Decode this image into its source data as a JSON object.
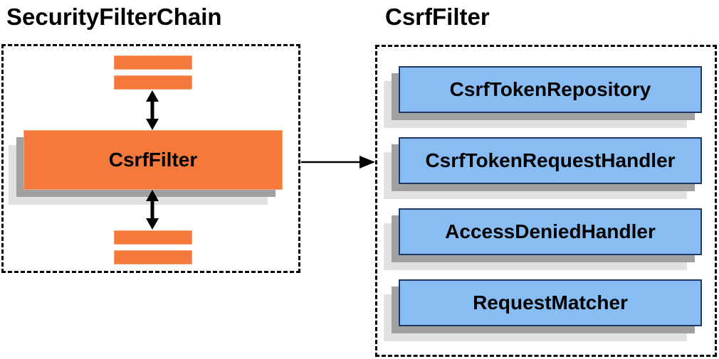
{
  "left_panel": {
    "title": "SecurityFilterChain",
    "filter_box_label": "CsrfFilter"
  },
  "right_panel": {
    "title": "CsrfFilter",
    "components": [
      {
        "label": "CsrfTokenRepository"
      },
      {
        "label": "CsrfTokenRequestHandler"
      },
      {
        "label": "AccessDeniedHandler"
      },
      {
        "label": "RequestMatcher"
      }
    ]
  },
  "colors": {
    "filter_orange": "#F4793B",
    "filter_orange_border": "#F6A473",
    "component_blue": "#87BDF2",
    "component_blue_border": "#1F3864",
    "shadow_dark": "#A0A0A0",
    "shadow_light": "#E1E1E1",
    "arrow_black": "#000000",
    "background": "#FFFFFF"
  }
}
